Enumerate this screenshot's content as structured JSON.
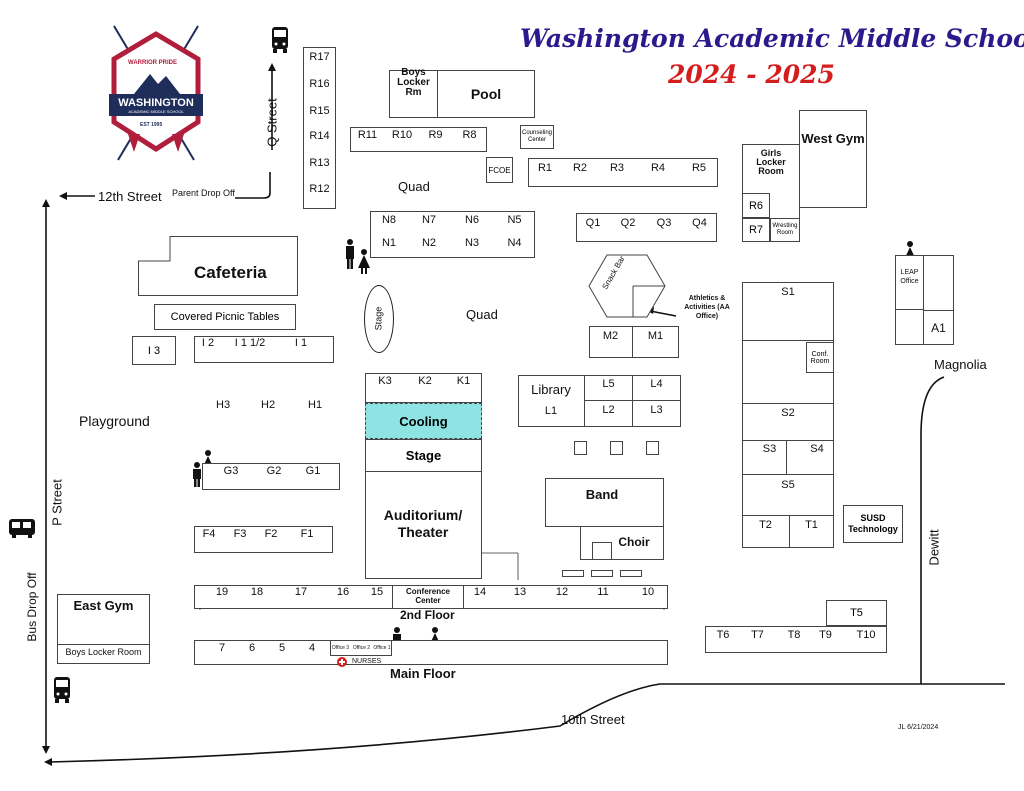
{
  "title": {
    "school": "Washington Academic Middle School",
    "year": "2024 - 2025"
  },
  "logo": {
    "top": "WARRIOR PRIDE",
    "name": "WASHINGTON",
    "sub": "ACADEMIC MIDDLE SCHOOL",
    "est": "EST 1995"
  },
  "streets": {
    "twelfth": "12th Street",
    "q": "Q Street",
    "p": "P Street",
    "tenth": "10th Street",
    "dewitt": "Dewitt",
    "magnolia": "Magnolia"
  },
  "dropoff": {
    "parent": "Parent Drop Off",
    "bus": "Bus Drop Off"
  },
  "areas": {
    "quad_top": "Quad",
    "quad_mid": "Quad",
    "playground": "Playground"
  },
  "buildings": {
    "pool": "Pool",
    "boys_locker": "Boys Locker Rm",
    "counseling": "Counseling Center",
    "fcoe": "FCOE",
    "cafeteria": "Cafeteria",
    "picnic": "Covered Picnic Tables",
    "stage_oval": "Stage",
    "cooling": "Cooling",
    "stage": "Stage",
    "auditorium": "Auditorium/ Theater",
    "library": "Library",
    "snack_bar": "Snack Bar",
    "athletics": "Athletics & Activities (AA Office)",
    "band": "Band",
    "choir": "Choir",
    "east_gym": "East Gym",
    "east_gym_locker": "Boys Locker Room",
    "west_gym": "West Gym",
    "girls_locker": "Girls Locker Room",
    "wrestling": "Wrestling Room",
    "leap": "LEAP Office",
    "conf_room": "Conf. Room",
    "susd": "SUSD Technology",
    "conference": "Conference Center",
    "second_floor": "2nd Floor",
    "main_floor": "Main Floor",
    "nurses": "NURSES"
  },
  "rooms": {
    "r_col": [
      "R17",
      "R16",
      "R15",
      "R14",
      "R13",
      "R12"
    ],
    "r_row": [
      "R11",
      "R10",
      "R9",
      "R8"
    ],
    "r_right": [
      "R1",
      "R2",
      "R3",
      "R4",
      "R5"
    ],
    "r6": "R6",
    "r7": "R7",
    "n_top": [
      "N8",
      "N7",
      "N6",
      "N5"
    ],
    "n_bot": [
      "N1",
      "N2",
      "N3",
      "N4"
    ],
    "q": [
      "Q1",
      "Q2",
      "Q3",
      "Q4"
    ],
    "i": [
      "I 3",
      "I 2",
      "I 1 1/2",
      "I 1"
    ],
    "h": [
      "H3",
      "H2",
      "H1"
    ],
    "g": [
      "G3",
      "G2",
      "G1"
    ],
    "f": [
      "F4",
      "F3",
      "F2",
      "F1"
    ],
    "k": [
      "K3",
      "K2",
      "K1"
    ],
    "l": [
      "L5",
      "L4",
      "L1",
      "L2",
      "L3"
    ],
    "m": [
      "M2",
      "M1"
    ],
    "s": [
      "S1",
      "S2",
      "S3",
      "S4",
      "S5"
    ],
    "t_near": [
      "T2",
      "T1"
    ],
    "t_row": [
      "T6",
      "T7",
      "T8",
      "T9",
      "T10"
    ],
    "t5": "T5",
    "a1": "A1",
    "second_floor": [
      "19",
      "18",
      "17",
      "16",
      "15",
      "14",
      "13",
      "12",
      "11",
      "10"
    ],
    "main_floor": [
      "7",
      "6",
      "5",
      "4"
    ],
    "offices": [
      "Office 3",
      "Office 2",
      "Office 1"
    ]
  },
  "credit": "JL 6/21/2024",
  "colors": {
    "title_blue": "#2a1a8c",
    "title_red": "#d41e1e",
    "cooling": "#8ee3e3",
    "logo_navy": "#1e2d5a",
    "logo_red": "#b01e3c"
  },
  "icons": [
    "bus-icon",
    "restroom-icon",
    "first-aid-icon"
  ]
}
